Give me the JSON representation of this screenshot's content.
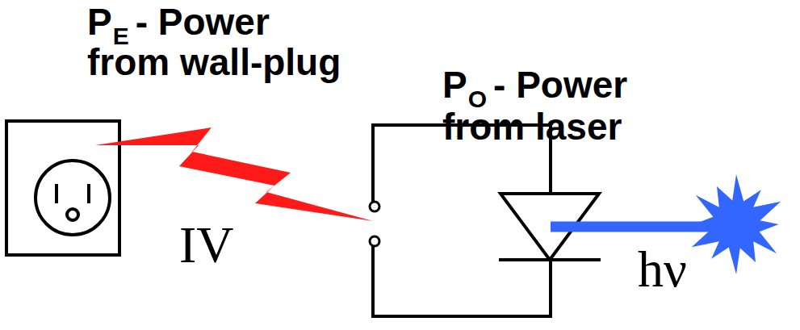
{
  "diagram": {
    "labels": [
      "P",
      "E",
      "- Power",
      "from wall-plug",
      "P",
      "O",
      "- Power",
      "from laser",
      "IV",
      "hν"
    ]
  }
}
